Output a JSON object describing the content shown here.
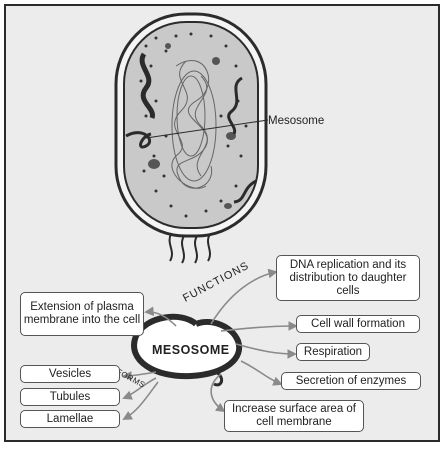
{
  "diagram": {
    "cell_label": "Mesosome",
    "center_label": "MESOSOME",
    "functions_label": "FUNCTIONS",
    "forms_label": "FORMS",
    "forms": [
      {
        "id": "vesicles",
        "label": "Vesicles"
      },
      {
        "id": "tubules",
        "label": "Tubules"
      },
      {
        "id": "lamellae",
        "label": "Lamellae"
      }
    ],
    "extension": "Extension of plasma membrane into the cell",
    "functions": [
      {
        "id": "dna",
        "label": "DNA replication and its distribution to daughter cells"
      },
      {
        "id": "cellwall",
        "label": "Cell wall formation"
      },
      {
        "id": "respiration",
        "label": "Respiration"
      },
      {
        "id": "enzymes",
        "label": "Secretion of enzymes"
      },
      {
        "id": "surface",
        "label": "Increase surface area of cell membrane"
      }
    ],
    "colors": {
      "frame_bg": "#ececec",
      "cytoplasm": "#c9c9c9",
      "outline": "#2b2b2b",
      "arrow": "#8a8a8a"
    }
  }
}
